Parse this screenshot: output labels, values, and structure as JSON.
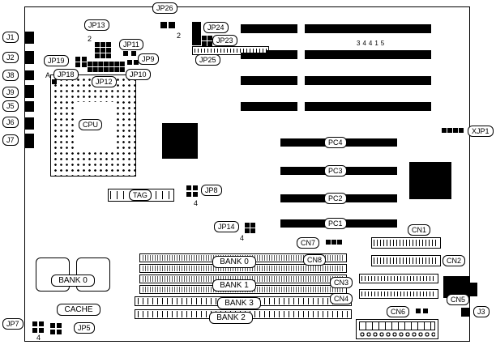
{
  "board": {
    "part_number": "34415"
  },
  "labels": {
    "j1": "J1",
    "j2": "J2",
    "j8": "J8",
    "j9": "J9",
    "j5": "J5",
    "j6": "J6",
    "j7": "J7",
    "j3": "J3",
    "jp5": "JP5",
    "jp7": "JP7",
    "jp8": "JP8",
    "jp9": "JP9",
    "jp10": "JP10",
    "jp11": "JP11",
    "jp12": "JP12",
    "jp13": "JP13",
    "jp14": "JP14",
    "jp18": "JP18",
    "jp19": "JP19",
    "jp23": "JP23",
    "jp24": "JP24",
    "jp25": "JP25",
    "jp26": "JP26",
    "xjp1": "XJP1",
    "cn1": "CN1",
    "cn2": "CN2",
    "cn3": "CN3",
    "cn4": "CN4",
    "cn5": "CN5",
    "cn6": "CN6",
    "cn7": "CN7",
    "cn8": "CN8",
    "pc1": "PC1",
    "pc2": "PC2",
    "pc3": "PC3",
    "pc4": "PC4",
    "cpu": "CPU",
    "tag": "TAG",
    "cache": "CACHE",
    "bank0_simm": "BANK 0",
    "bank1_simm": "BANK 1",
    "bank2_simm": "BANK 2",
    "bank3_simm": "BANK 3",
    "bank0_cache": "BANK 0",
    "pin_a": "A"
  },
  "pin_counts": {
    "jp13": "2",
    "jp26": "2",
    "jp8": "4",
    "jp14": "4",
    "jp7": "4"
  }
}
